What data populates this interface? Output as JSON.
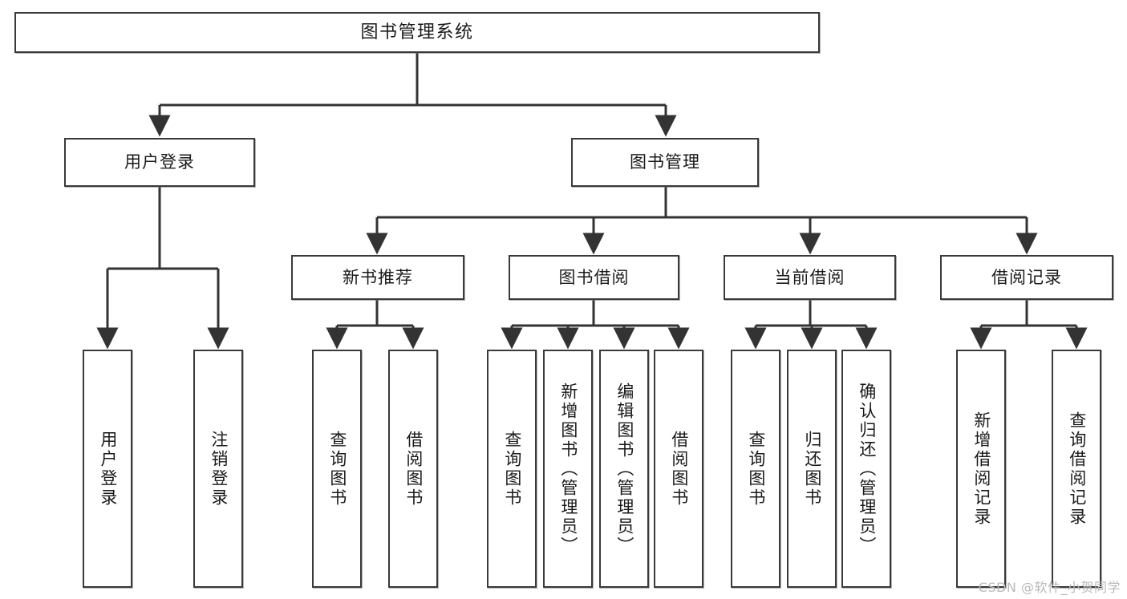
{
  "diagram": {
    "title": "图书管理系统",
    "type": "tree",
    "watermark": "CSDN @软件_小贺同学",
    "colors": {
      "background": "#ffffff",
      "box_border": "#3a3a3a",
      "box_fill": "#ffffff",
      "connector": "#333333",
      "text": "#1a1a1a",
      "watermark": "#b9b9b9"
    },
    "nodes": {
      "root": {
        "id": "root",
        "label": "图书管理系统",
        "level": 0,
        "orientation": "horizontal"
      },
      "l1": [
        {
          "id": "user-login",
          "label": "用户登录",
          "level": 1,
          "orientation": "horizontal"
        },
        {
          "id": "book-manage",
          "label": "图书管理",
          "level": 1,
          "orientation": "horizontal"
        }
      ],
      "l2": [
        {
          "id": "new-book-recommend",
          "label": "新书推荐",
          "level": 2,
          "orientation": "horizontal",
          "parent": "book-manage"
        },
        {
          "id": "book-borrow",
          "label": "图书借阅",
          "level": 2,
          "orientation": "horizontal",
          "parent": "book-manage"
        },
        {
          "id": "current-borrow",
          "label": "当前借阅",
          "level": 2,
          "orientation": "horizontal",
          "parent": "book-manage"
        },
        {
          "id": "borrow-record",
          "label": "借阅记录",
          "level": 2,
          "orientation": "horizontal",
          "parent": "book-manage"
        }
      ],
      "leaves": [
        {
          "id": "leaf-user-login",
          "label": "用户登录",
          "parent": "user-login",
          "orientation": "vertical"
        },
        {
          "id": "leaf-user-logout",
          "label": "注销登录",
          "parent": "user-login",
          "orientation": "vertical"
        },
        {
          "id": "leaf-query-book-rec",
          "label": "查询图书",
          "parent": "new-book-recommend",
          "orientation": "vertical"
        },
        {
          "id": "leaf-borrow-book-rec",
          "label": "借阅图书",
          "parent": "new-book-recommend",
          "orientation": "vertical"
        },
        {
          "id": "leaf-query-book-borrow",
          "label": "查询图书",
          "parent": "book-borrow",
          "orientation": "vertical"
        },
        {
          "id": "leaf-add-book-admin",
          "label": "新增图书（管理员）",
          "parent": "book-borrow",
          "orientation": "vertical"
        },
        {
          "id": "leaf-edit-book-admin",
          "label": "编辑图书（管理员）",
          "parent": "book-borrow",
          "orientation": "vertical"
        },
        {
          "id": "leaf-borrow-book",
          "label": "借阅图书",
          "parent": "book-borrow",
          "orientation": "vertical"
        },
        {
          "id": "leaf-query-book-cur",
          "label": "查询图书",
          "parent": "current-borrow",
          "orientation": "vertical"
        },
        {
          "id": "leaf-return-book",
          "label": "归还图书",
          "parent": "current-borrow",
          "orientation": "vertical"
        },
        {
          "id": "leaf-confirm-return-admin",
          "label": "确认归还（管理员）",
          "parent": "current-borrow",
          "orientation": "vertical"
        },
        {
          "id": "leaf-add-record",
          "label": "新增借阅记录",
          "parent": "borrow-record",
          "orientation": "vertical"
        },
        {
          "id": "leaf-query-record",
          "label": "查询借阅记录",
          "parent": "borrow-record",
          "orientation": "vertical"
        }
      ]
    }
  }
}
